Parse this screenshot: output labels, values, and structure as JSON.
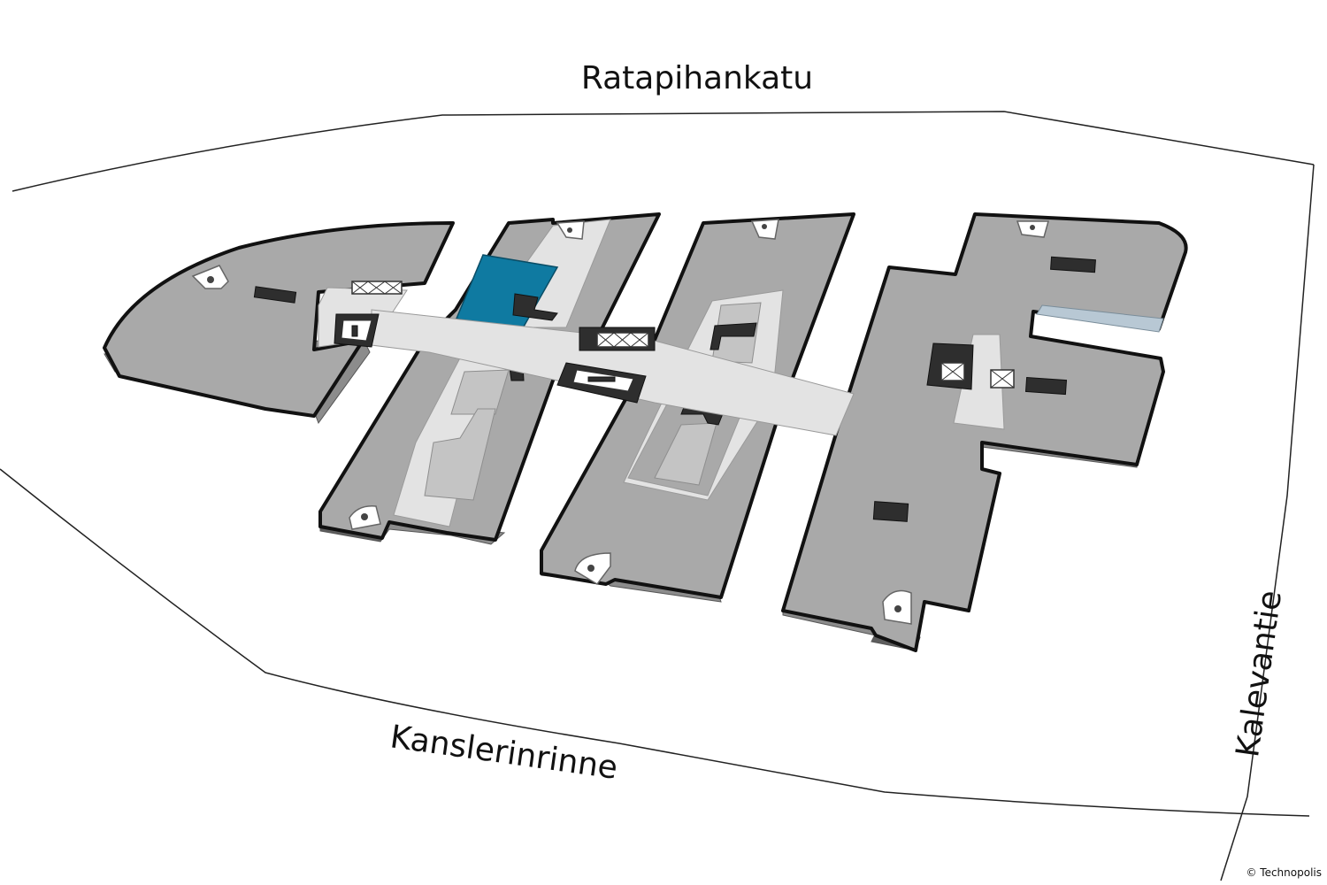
{
  "map": {
    "streets": {
      "north": "Ratapihankatu",
      "south": "Kanslerinrinne",
      "east": "Kalevantie"
    },
    "copyright": "© Technopolis",
    "colors": {
      "floor": "#a9a9a9",
      "floor_side": "#8c8c8c",
      "corridor": "#e3e3e3",
      "courtyard": "#c4c4c4",
      "highlight": "#0f7aa1",
      "outline": "#111111",
      "window_strip": "#b8c8d4"
    },
    "highlighted_space": "selected-room",
    "marker_icon": "location-arrow-icon"
  }
}
